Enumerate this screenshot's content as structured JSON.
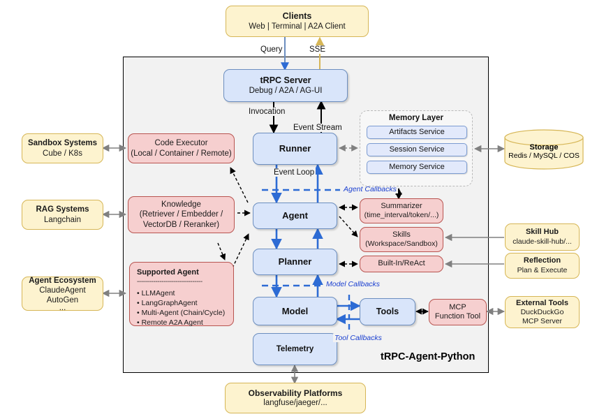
{
  "diagram": {
    "frame_label": "tRPC-Agent-Python",
    "top": {
      "clients": {
        "title": "Clients",
        "sub": "Web | Terminal | A2A Client"
      },
      "edge_query": "Query",
      "edge_sse": "SSE"
    },
    "core": {
      "server": {
        "title": "tRPC Server",
        "sub": "Debug / A2A / AG-UI"
      },
      "runner": {
        "title": "Runner"
      },
      "agent": {
        "title": "Agent"
      },
      "planner": {
        "title": "Planner"
      },
      "model": {
        "title": "Model"
      },
      "tools": {
        "title": "Tools"
      },
      "telemetry": {
        "title": "Telemetry"
      }
    },
    "edge_labels": {
      "invocation": "Invocation",
      "event_stream": "Event Stream",
      "event_loop": "Event Loop",
      "agent_callbacks": "Agent Callbacks",
      "model_callbacks": "Model Callbacks",
      "tool_callbacks": "Tool Callbacks"
    },
    "memory_layer": {
      "title": "Memory Layer",
      "services": [
        "Artifacts Service",
        "Session Service",
        "Memory Service"
      ]
    },
    "inner_left": [
      {
        "title": "Code Executor",
        "sub": "(Local / Container / Remote)"
      },
      {
        "title": "Knowledge",
        "sub": "(Retriever / Embedder /",
        "sub2": "VectorDB / Reranker)"
      }
    ],
    "supported_agent": {
      "title": "Supported Agent",
      "rule": "--------------------------------",
      "items": [
        "• LLMAgent",
        "• LangGraphAgent",
        "• Multi-Agent (Chain/Cycle)",
        "• Remote A2A Agent"
      ]
    },
    "inner_right": [
      {
        "title": "Summarizer",
        "sub": "(time_interval/token/...)"
      },
      {
        "title": "Skills",
        "sub": "(Workspace/Sandbox)"
      },
      {
        "title": "Built-In/ReAct",
        "sub": ""
      },
      {
        "title": "MCP",
        "sub": "Function Tool"
      }
    ],
    "outer_left": [
      {
        "title": "Sandbox Systems",
        "sub": "Cube / K8s"
      },
      {
        "title": "RAG Systems",
        "sub": "Langchain"
      },
      {
        "title": "Agent Ecosystem",
        "sub": "ClaudeAgent",
        "sub2": "AutoGen",
        "sub3": "..."
      }
    ],
    "outer_right": [
      {
        "title": "Storage",
        "sub": "Redis / MySQL / COS"
      },
      {
        "title": "Skill Hub",
        "sub": "claude-skill-hub/..."
      },
      {
        "title": "Reflection",
        "sub": "Plan & Execute"
      },
      {
        "title": "External Tools",
        "sub": "DuckDuckGo",
        "sub2": "MCP Server"
      }
    ],
    "bottom": {
      "title": "Observability Platforms",
      "sub": "langfuse/jaeger/..."
    },
    "colors": {
      "yellow_fill": "#fdf3cf",
      "yellow_stroke": "#d6b656",
      "blue_fill": "#d9e5fa",
      "blue_stroke": "#6c8ebf",
      "pink_fill": "#f6cfcf",
      "pink_stroke": "#b85450",
      "frame_fill": "#f2f2f2",
      "callback_blue": "#1a3fd0",
      "arrow_blue": "#2d6bd4",
      "arrow_grey": "#808080",
      "arrow_black": "#000000"
    }
  }
}
